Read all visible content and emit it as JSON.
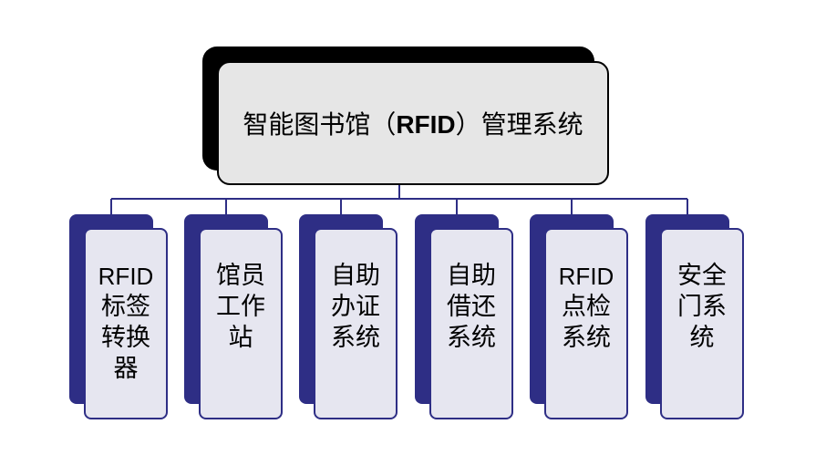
{
  "root": {
    "title_prefix": "智能图书馆（",
    "title_latin": "RFID",
    "title_suffix": "）管理系统"
  },
  "children": [
    {
      "lines": [
        "RFID",
        "标签",
        "转换",
        "器"
      ]
    },
    {
      "lines": [
        "馆员",
        "工作",
        "站"
      ]
    },
    {
      "lines": [
        "自助",
        "办证",
        "系统"
      ]
    },
    {
      "lines": [
        "自助",
        "借还",
        "系统"
      ]
    },
    {
      "lines": [
        "RFID",
        "点检",
        "系统"
      ]
    },
    {
      "lines": [
        "安全",
        "门系",
        "统"
      ]
    }
  ],
  "colors": {
    "root_shadow": "#000000",
    "root_fill": "#e6e6e6",
    "child_shadow": "#2e2e85",
    "child_fill": "#e6e6f0",
    "connector": "#2e2e85"
  }
}
